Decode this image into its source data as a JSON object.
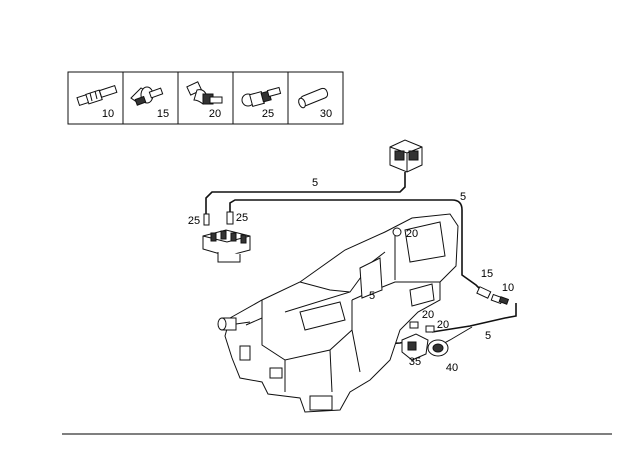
{
  "legend": {
    "cells": [
      {
        "icon": "hose-fitting-straight-icon",
        "label": "10"
      },
      {
        "icon": "hose-connector-valve-icon",
        "label": "15"
      },
      {
        "icon": "hose-elbow-fitting-icon",
        "label": "20"
      },
      {
        "icon": "hose-nipple-icon",
        "label": "25"
      },
      {
        "icon": "hose-sleeve-icon",
        "label": "30"
      }
    ]
  },
  "callouts": {
    "c5_top": "5",
    "c5_right": "5",
    "c25_left": "25",
    "c25_right": "25",
    "c20_upper": "20",
    "c15": "15",
    "c10": "10",
    "c5_mid": "5",
    "c20_lower_a": "20",
    "c20_lower_b": "20",
    "c5_lower": "5",
    "c35": "35",
    "c40": "40"
  }
}
